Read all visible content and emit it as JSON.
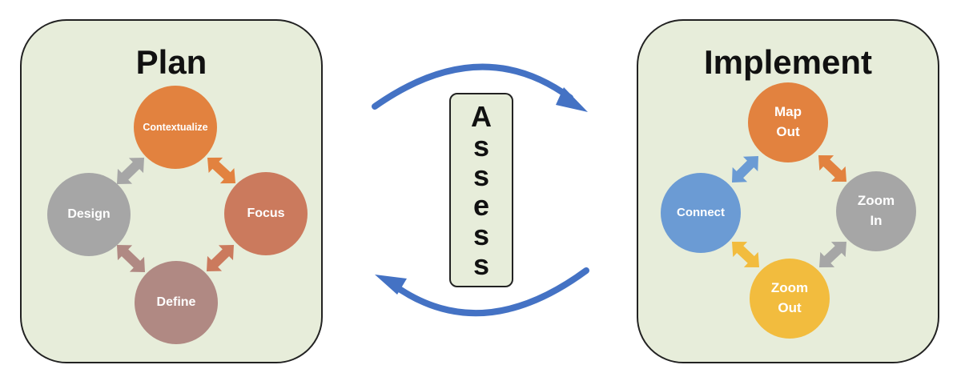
{
  "plan": {
    "title": "Plan",
    "nodes": {
      "contextualize": "Contextualize",
      "focus": "Focus",
      "define": "Define",
      "design": "Design"
    }
  },
  "implement": {
    "title": "Implement",
    "nodes": {
      "map_out": "Map\nOut",
      "zoom_in": "Zoom\nIn",
      "zoom_out": "Zoom\nOut",
      "connect": "Connect"
    }
  },
  "center": {
    "letters": [
      "A",
      "s",
      "s",
      "e",
      "s",
      "s"
    ]
  },
  "colors": {
    "cycle_arrow": "#4472c4",
    "panel_fill": "#e7edda",
    "plan_arrows": [
      "#e2823f",
      "#cb7a5d",
      "#b08983",
      "#a6a6a6"
    ],
    "impl_arrows": [
      "#e2823f",
      "#a6a6a6",
      "#f2bc3e",
      "#6b9bd4"
    ]
  }
}
